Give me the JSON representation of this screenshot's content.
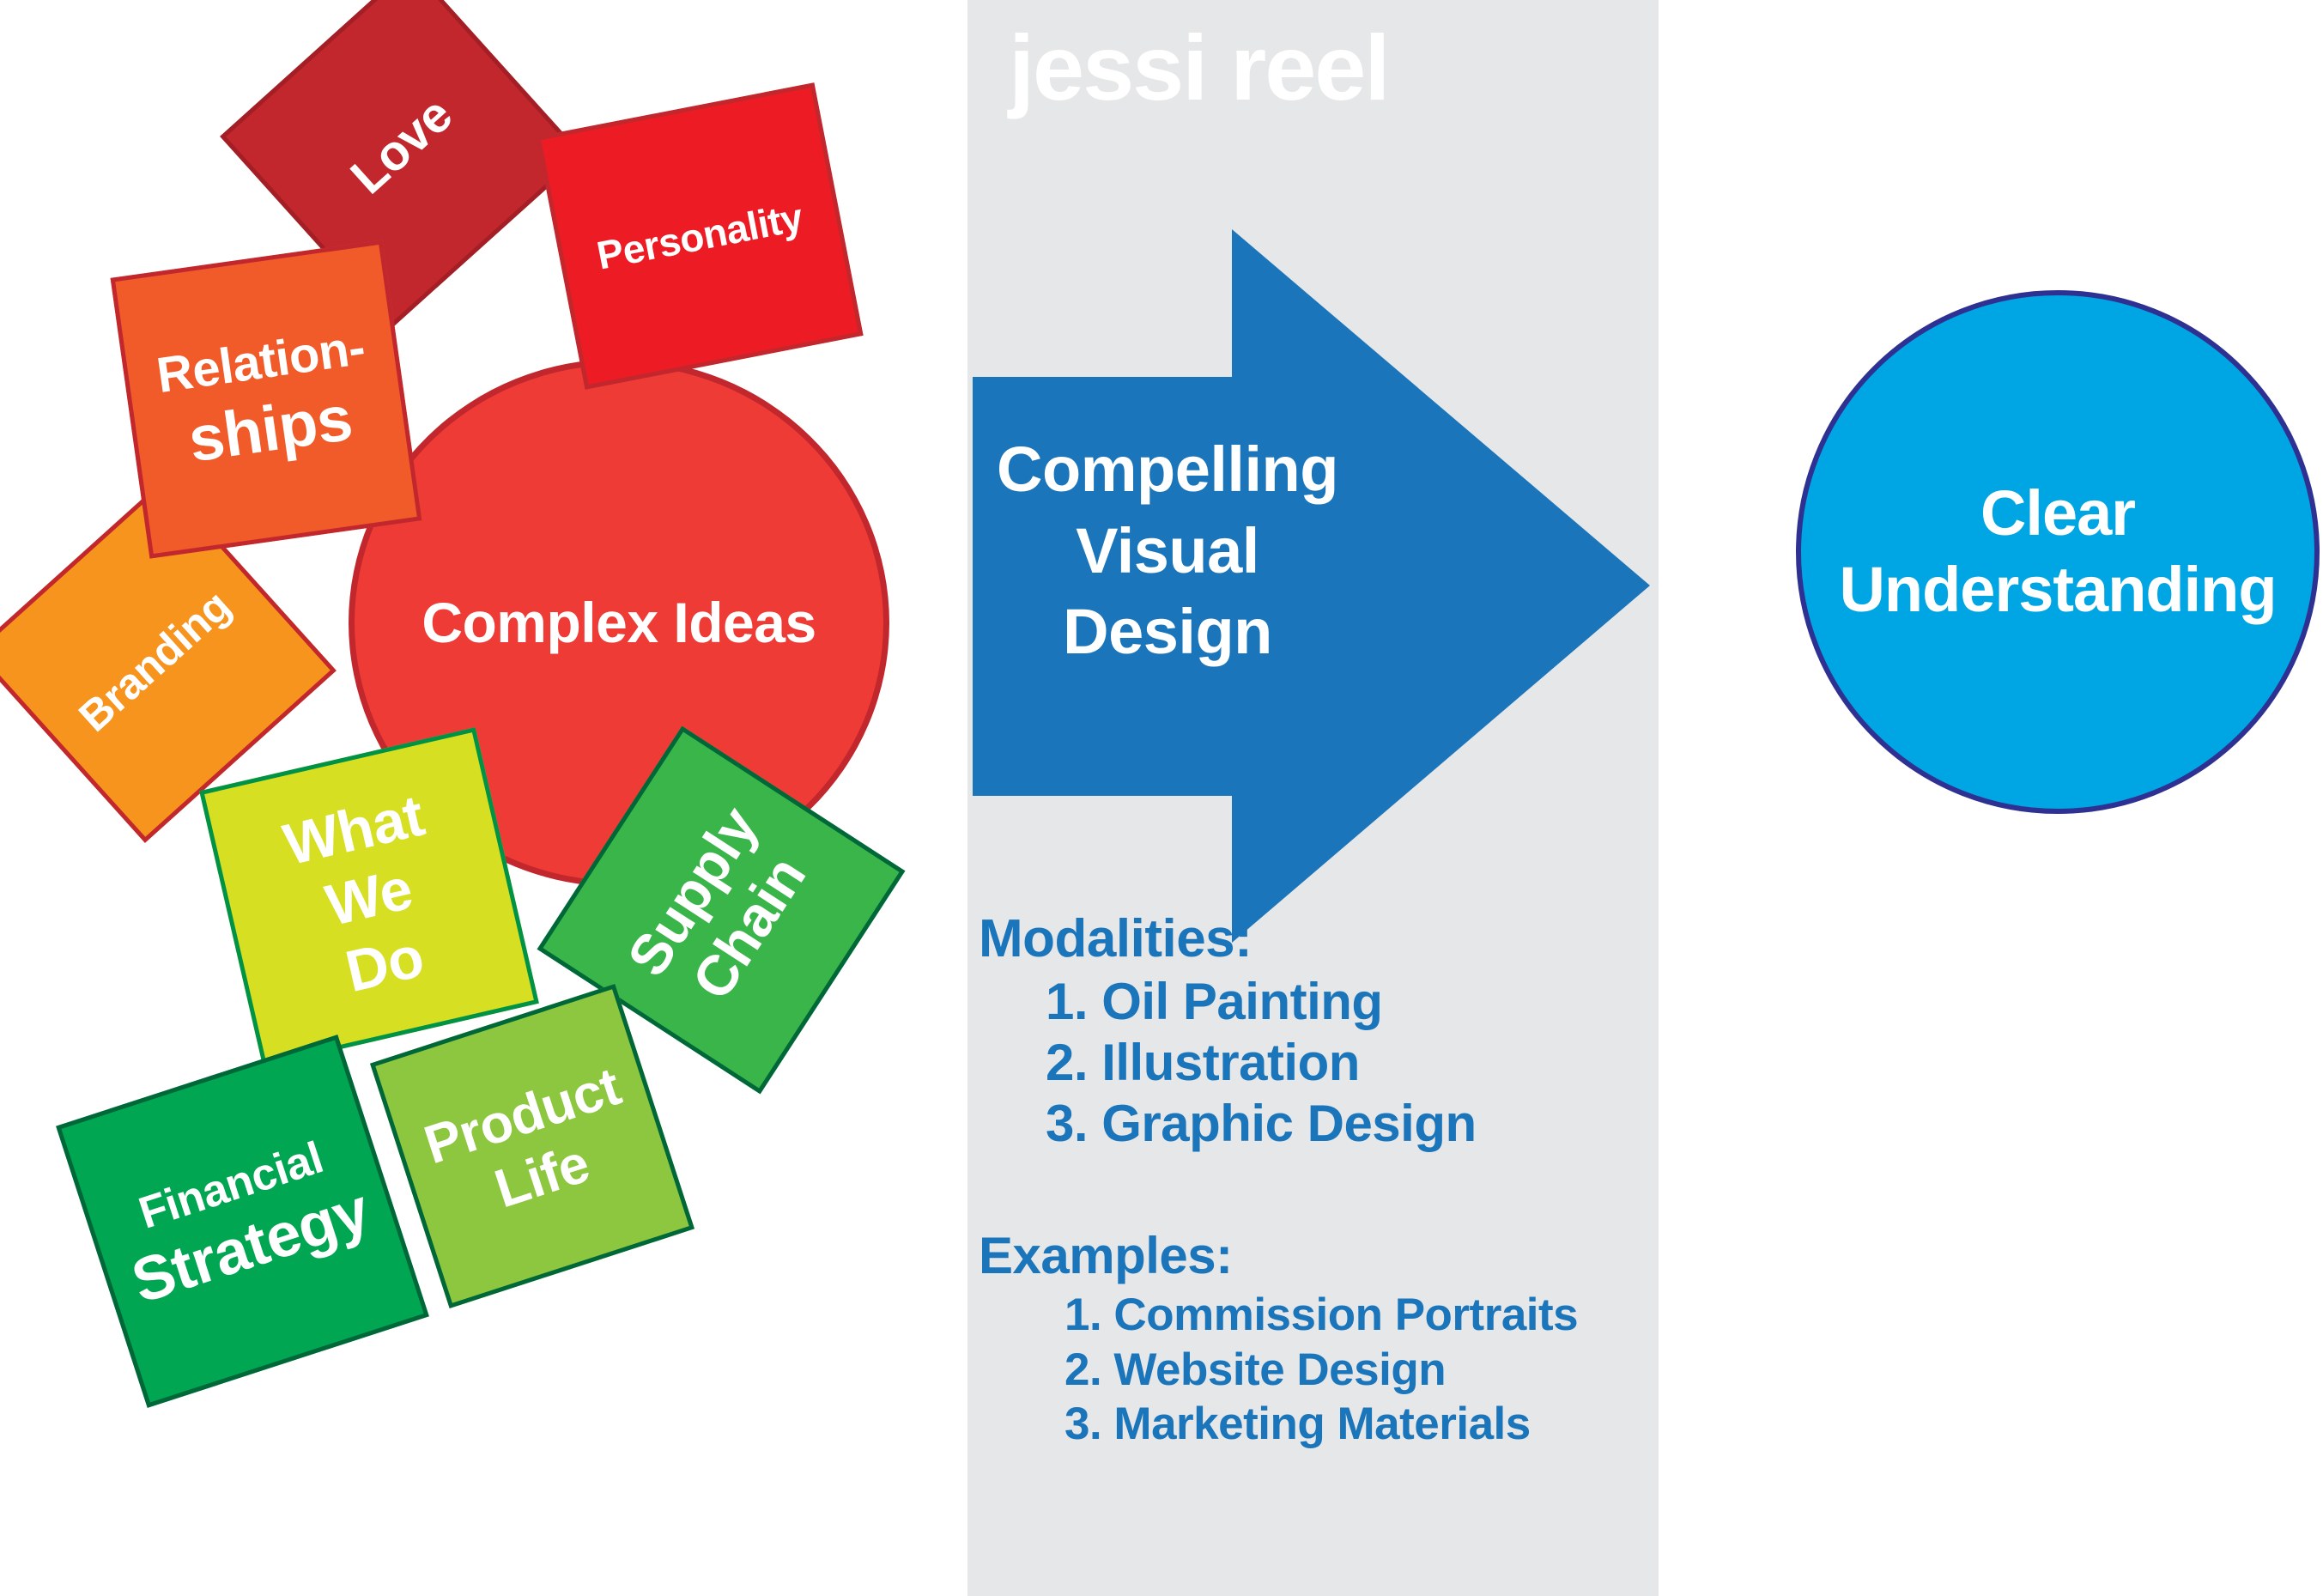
{
  "brand": {
    "title": "jessi reel"
  },
  "input_cluster": {
    "center_label": "Complex\nIdeas",
    "center_line1": "Complex",
    "center_line2": "Ideas",
    "cards": [
      {
        "id": "love",
        "label": "Love",
        "color": "#c1272d",
        "border": "#a31f25",
        "rotate": -45,
        "text_rotate": -45
      },
      {
        "id": "personality",
        "label": "Personality",
        "color": "#ed1c24",
        "border": "#c1272d",
        "rotate": -12,
        "text_rotate": -12
      },
      {
        "id": "relationships",
        "label_line1": "Relation-",
        "label_line2": "ships",
        "label": "Relation-ships",
        "color": "#f15a29",
        "border": "#c1272d",
        "rotate": -10,
        "text_rotate": -10
      },
      {
        "id": "branding",
        "label": "Branding",
        "color": "#f7941e",
        "border": "#c1272d",
        "rotate": -45,
        "text_rotate": -45
      },
      {
        "id": "whatwedo",
        "label_line1": "What",
        "label_line2": "We",
        "label_line3": "Do",
        "label": "What We Do",
        "color": "#d7df23",
        "border": "#009345",
        "rotate": -15,
        "text_rotate": -15
      },
      {
        "id": "supplychain",
        "label_line1": "Supply",
        "label_line2": "Chain",
        "label": "Supply Chain",
        "color": "#39b54a",
        "border": "#006838",
        "rotate": -58,
        "text_rotate": -58
      },
      {
        "id": "productlife",
        "label_line1": "Product",
        "label_line2": "Life",
        "label": "Product Life",
        "color": "#8dc63f",
        "border": "#006838",
        "rotate": -20,
        "text_rotate": -20
      },
      {
        "id": "financialstrategy",
        "label_line1": "Financial",
        "label_line2": "Strategy",
        "label": "Financial Strategy",
        "color": "#00a651",
        "border": "#006838",
        "rotate": -19,
        "text_rotate": -19
      }
    ]
  },
  "process": {
    "arrow_label_line1": "Compelling",
    "arrow_label_line2": "Visual",
    "arrow_label_line3": "Design",
    "arrow_label": "Compelling Visual Design",
    "arrow_color": "#1b75bb"
  },
  "modalities": {
    "heading": "Modalities:",
    "items": [
      "1. Oil Painting",
      "2. Illustration",
      "3. Graphic Design"
    ]
  },
  "examples": {
    "heading": "Examples:",
    "items": [
      "1. Commission Portraits",
      "2. Website Design",
      "3. Marketing Materials"
    ]
  },
  "outcome": {
    "label_line1": "Clear",
    "label_line2": "Understanding",
    "label": "Clear Understanding",
    "fill": "#00a5e3",
    "border": "#2e3192"
  },
  "palette": {
    "panel_bg": "#e6e7e8",
    "accent_blue": "#1b75bb",
    "red_blob": "#ee3b36",
    "red_blob_border": "#c1272d"
  }
}
